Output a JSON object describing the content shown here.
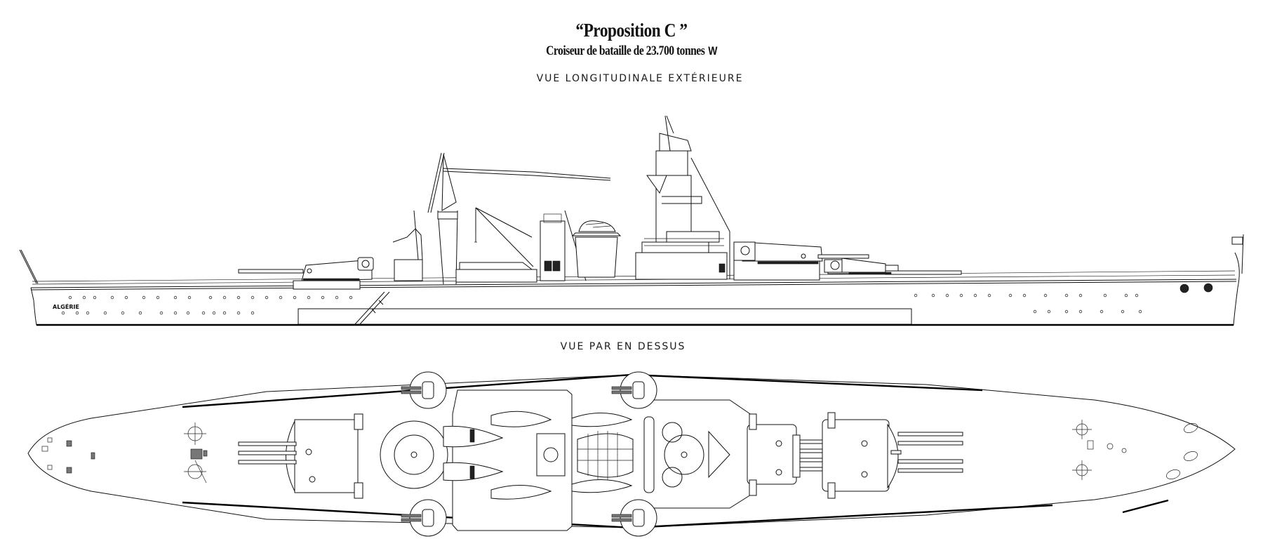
{
  "header": {
    "title": "“Proposition C ”",
    "subtitle": "Croiseur de bataille de 23.700 tonnes",
    "subtitle_mark": "W"
  },
  "views": {
    "side_label": "VUE LONGITUDINALE EXTÉRIEURE",
    "top_label": "VUE PAR EN DESSUS"
  },
  "ship": {
    "stern_name": "ALGÉRIE",
    "main_turrets_forward": 2,
    "main_turrets_aft": 1,
    "guns_per_main_turret": 4,
    "secondary_turrets": 4
  },
  "colors": {
    "background": "#ffffff",
    "ink": "#111111"
  }
}
